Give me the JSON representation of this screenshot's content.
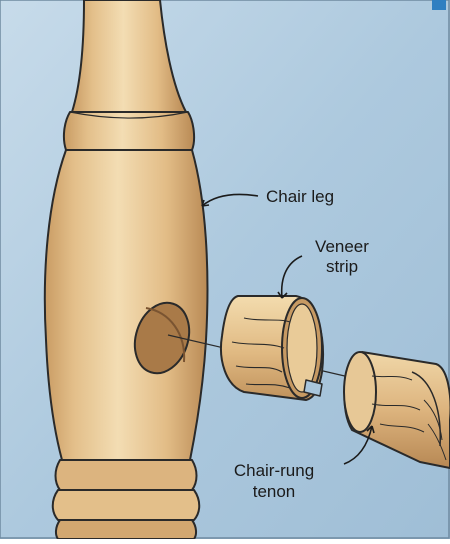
{
  "labels": {
    "chair_leg": "Chair leg",
    "veneer_line1": "Veneer",
    "veneer_line2": "strip",
    "tenon_line1": "Chair-rung",
    "tenon_line2": "tenon"
  },
  "colors": {
    "background": "#a9c6dc",
    "wood_light": "#efd6a6",
    "wood_mid": "#ddb37c",
    "wood_shadow": "#b88a55",
    "outline": "#2a2a2a"
  }
}
